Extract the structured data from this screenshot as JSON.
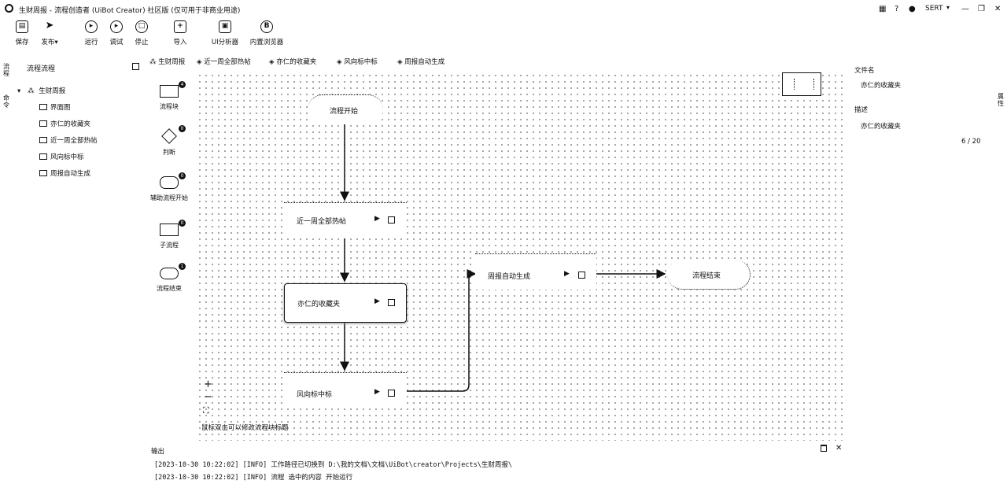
{
  "window": {
    "title": "生财周报 - 流程创造者 (UiBot Creator) 社区版 (仅可用于非商业用途)",
    "user": "SERT"
  },
  "toolbar": {
    "save": "保存",
    "publish": "发布",
    "run": "运行",
    "debug": "调试",
    "stop": "停止",
    "import": "导入",
    "ui_analyzer": "UI分析器",
    "browser": "内置浏览器"
  },
  "left_tabs": {
    "flow": "流程",
    "command": "命令"
  },
  "flow_panel": {
    "title": "流程流程",
    "root": "生财周报",
    "items": [
      "界面图",
      "亦仁的收藏夹",
      "近一周全部热帖",
      "风向标中标",
      "周报自动生成"
    ]
  },
  "tabs": [
    "生财周报",
    "近一周全部热帖",
    "亦仁的收藏夹",
    "风向标中标",
    "周报自动生成"
  ],
  "palette": [
    {
      "label": "流程块",
      "badge": "4"
    },
    {
      "label": "判断",
      "badge": "0"
    },
    {
      "label": "辅助流程开始",
      "badge": "0"
    },
    {
      "label": "子流程",
      "badge": "0"
    },
    {
      "label": "流程结束",
      "badge": "1"
    }
  ],
  "nodes": {
    "start": "流程开始",
    "n1": "近一周全部热帖",
    "n2": "亦仁的收藏夹",
    "n3": "风向标中标",
    "n4": "周报自动生成",
    "end": "流程结束"
  },
  "canvas_hint": "鼠标双击可以修改流程块标题",
  "zoom": {
    "plus": "+",
    "minus": "−",
    "fit": "⛶"
  },
  "properties": {
    "filename_label": "文件名",
    "filename_value": "亦仁的收藏夹",
    "desc_label": "描述",
    "desc_value": "亦仁的收藏夹",
    "counter": "6 / 20"
  },
  "right_tab": "属性",
  "output": {
    "title": "输出",
    "lines": [
      "[2023-10-30 10:22:02] [INFO] 工作路径已切换到 D:\\我的文档\\文档\\UiBot\\creator\\Projects\\生财周报\\",
      "[2023-10-30 10:22:02] [INFO] 流程 选中的内容 开始运行"
    ]
  }
}
